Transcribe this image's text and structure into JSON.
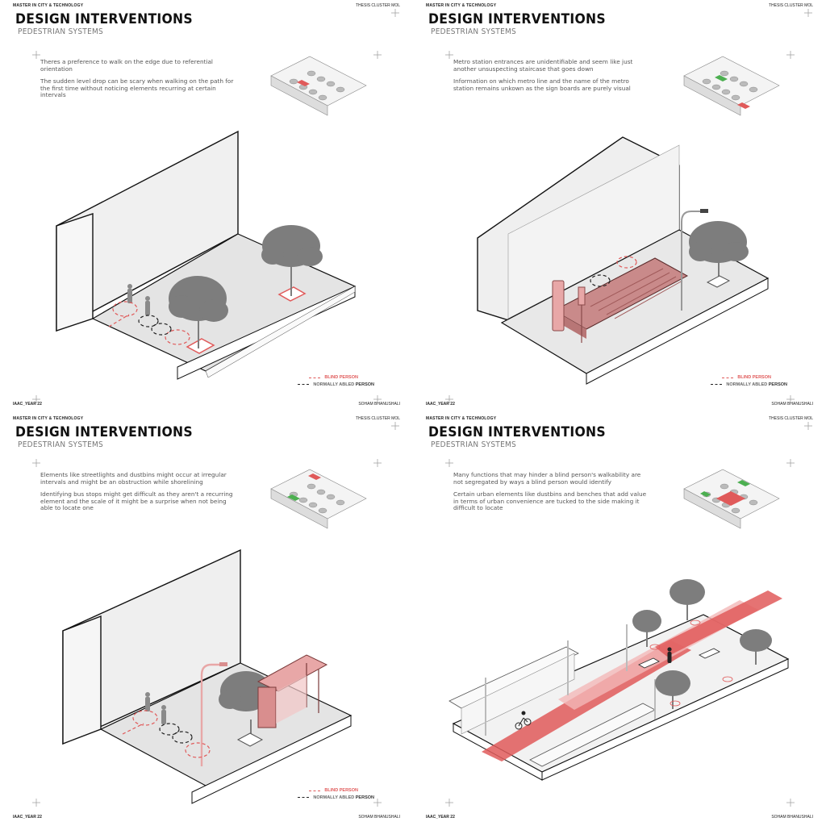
{
  "header": {
    "left": "MASTER IN CITY & TECHNOLOGY",
    "right": "THESIS CLUSTER MOL"
  },
  "footer": {
    "left": "IAAC_YEAR 22",
    "right": "SOHAM BHANUSHALI"
  },
  "title": "DESIGN INTERVENTIONS",
  "subtitle": "PEDESTRIAN SYSTEMS",
  "legend": {
    "blind": "BLIND PERSON",
    "normal_prefix": "NORMALLY ABLED",
    "normal_suffix": "PERSON"
  },
  "panels": [
    {
      "paragraphs": [
        "Theres a preference to walk on the edge due to referential orientation",
        "The sudden level drop can be scary when walking on the path for the first time without noticing elements recurring at certain intervals"
      ]
    },
    {
      "paragraphs": [
        "Metro station entrances are unidentifiable and seem like just another unsuspecting staircase that goes down",
        "Information on which metro line and the name of the metro station remains unkown as the sign boards are purely visual"
      ]
    },
    {
      "paragraphs": [
        "Elements like streetlights and dustbins might occur at irregular intervals and might be an obstruction while shorelining",
        "Identifying bus stops might get difficult as they aren't a recurring element and the scale of it might be a surprise when not being able to locate one"
      ]
    },
    {
      "paragraphs": [
        "Many functions that may hinder a blind person's walkability are not segregated by ways a blind person would identify",
        "Certain urban elements like dustbins and benches that add value in terms of urban convenience are tucked to the side making it difficult to locate"
      ]
    }
  ],
  "colors": {
    "accent": "#e05a5a",
    "pink_fill": "#e8a7a7",
    "tree": "#7d7d7d",
    "ground": "#e6e6e6"
  },
  "icons": [
    "crosshair-icon",
    "tree-icon",
    "person-icon",
    "streetlight-icon",
    "bench-icon",
    "cyclist-icon"
  ]
}
